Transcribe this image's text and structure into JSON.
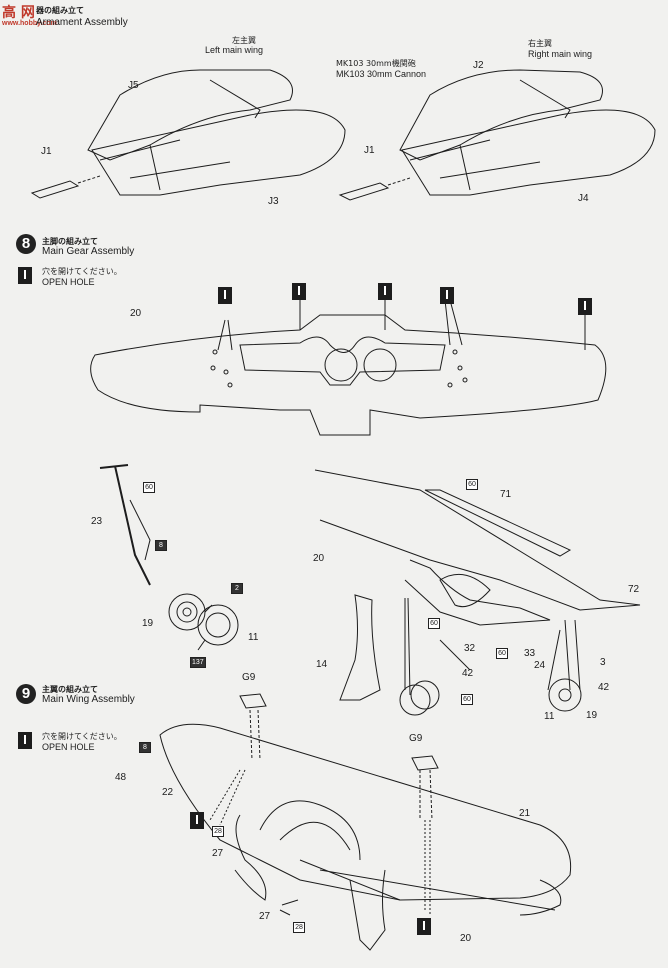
{
  "watermark": {
    "logo_text": "高 网",
    "url": "www.hobby.com"
  },
  "step7": {
    "title_jp": "器の組み立て",
    "title_en": "Armament Assembly",
    "left_jp": "左主翼",
    "left_en": "Left main wing",
    "right_jp": "右主翼",
    "right_en": "Right main wing",
    "cannon_jp": "MK103 30mm機関砲",
    "cannon_en": "MK103 30mm Cannon",
    "parts": {
      "j5": "J5",
      "j1a": "J1",
      "j3": "J3",
      "j2": "J2",
      "j1b": "J1",
      "j4": "J4"
    }
  },
  "step8": {
    "number": "8",
    "title_jp": "主脚の組み立て",
    "title_en": "Main Gear Assembly",
    "hole_jp": "穴を開けてください。",
    "hole_en": "OPEN HOLE",
    "parts": {
      "p20a": "20",
      "p23": "23",
      "p19a": "19",
      "p11a": "11",
      "p71": "71",
      "p20b": "20",
      "p72": "72",
      "p14": "14",
      "p32": "32",
      "p42a": "42",
      "p33": "33",
      "p24": "24",
      "p3": "3",
      "p42b": "42",
      "p11b": "11",
      "p19b": "19"
    },
    "paint": {
      "c60a": "60",
      "c8": "8",
      "c2": "2",
      "c137": "137",
      "c60b": "60",
      "c60c": "60",
      "c60d": "60",
      "c60e": "60"
    }
  },
  "step9": {
    "number": "9",
    "title_jp": "主翼の組み立て",
    "title_en": "Main Wing Assembly",
    "hole_jp": "穴を開けてください。",
    "hole_en": "OPEN HOLE",
    "parts": {
      "g9a": "G9",
      "p48": "48",
      "p22": "22",
      "p27a": "27",
      "g9b": "G9",
      "p21": "21",
      "p27b": "27",
      "p20": "20"
    },
    "paint": {
      "c8": "8",
      "c28a": "28",
      "c28b": "28"
    }
  }
}
